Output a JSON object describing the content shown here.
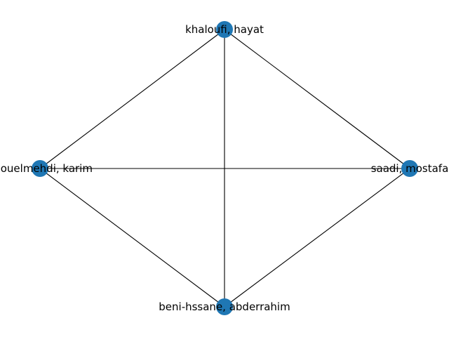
{
  "graph": {
    "node_color": "#1f77b4",
    "edge_color": "#000000",
    "nodes": [
      {
        "id": "khaloufi",
        "label": "khaloufi, hayat"
      },
      {
        "id": "abouelmehdi",
        "label": "abouelmehdi, karim"
      },
      {
        "id": "saadi",
        "label": "saadi, mostafa"
      },
      {
        "id": "beni-hssane",
        "label": "beni-hssane, abderrahim"
      }
    ],
    "edges": [
      [
        "khaloufi",
        "abouelmehdi"
      ],
      [
        "khaloufi",
        "saadi"
      ],
      [
        "khaloufi",
        "beni-hssane"
      ],
      [
        "abouelmehdi",
        "saadi"
      ],
      [
        "abouelmehdi",
        "beni-hssane"
      ],
      [
        "saadi",
        "beni-hssane"
      ]
    ]
  }
}
